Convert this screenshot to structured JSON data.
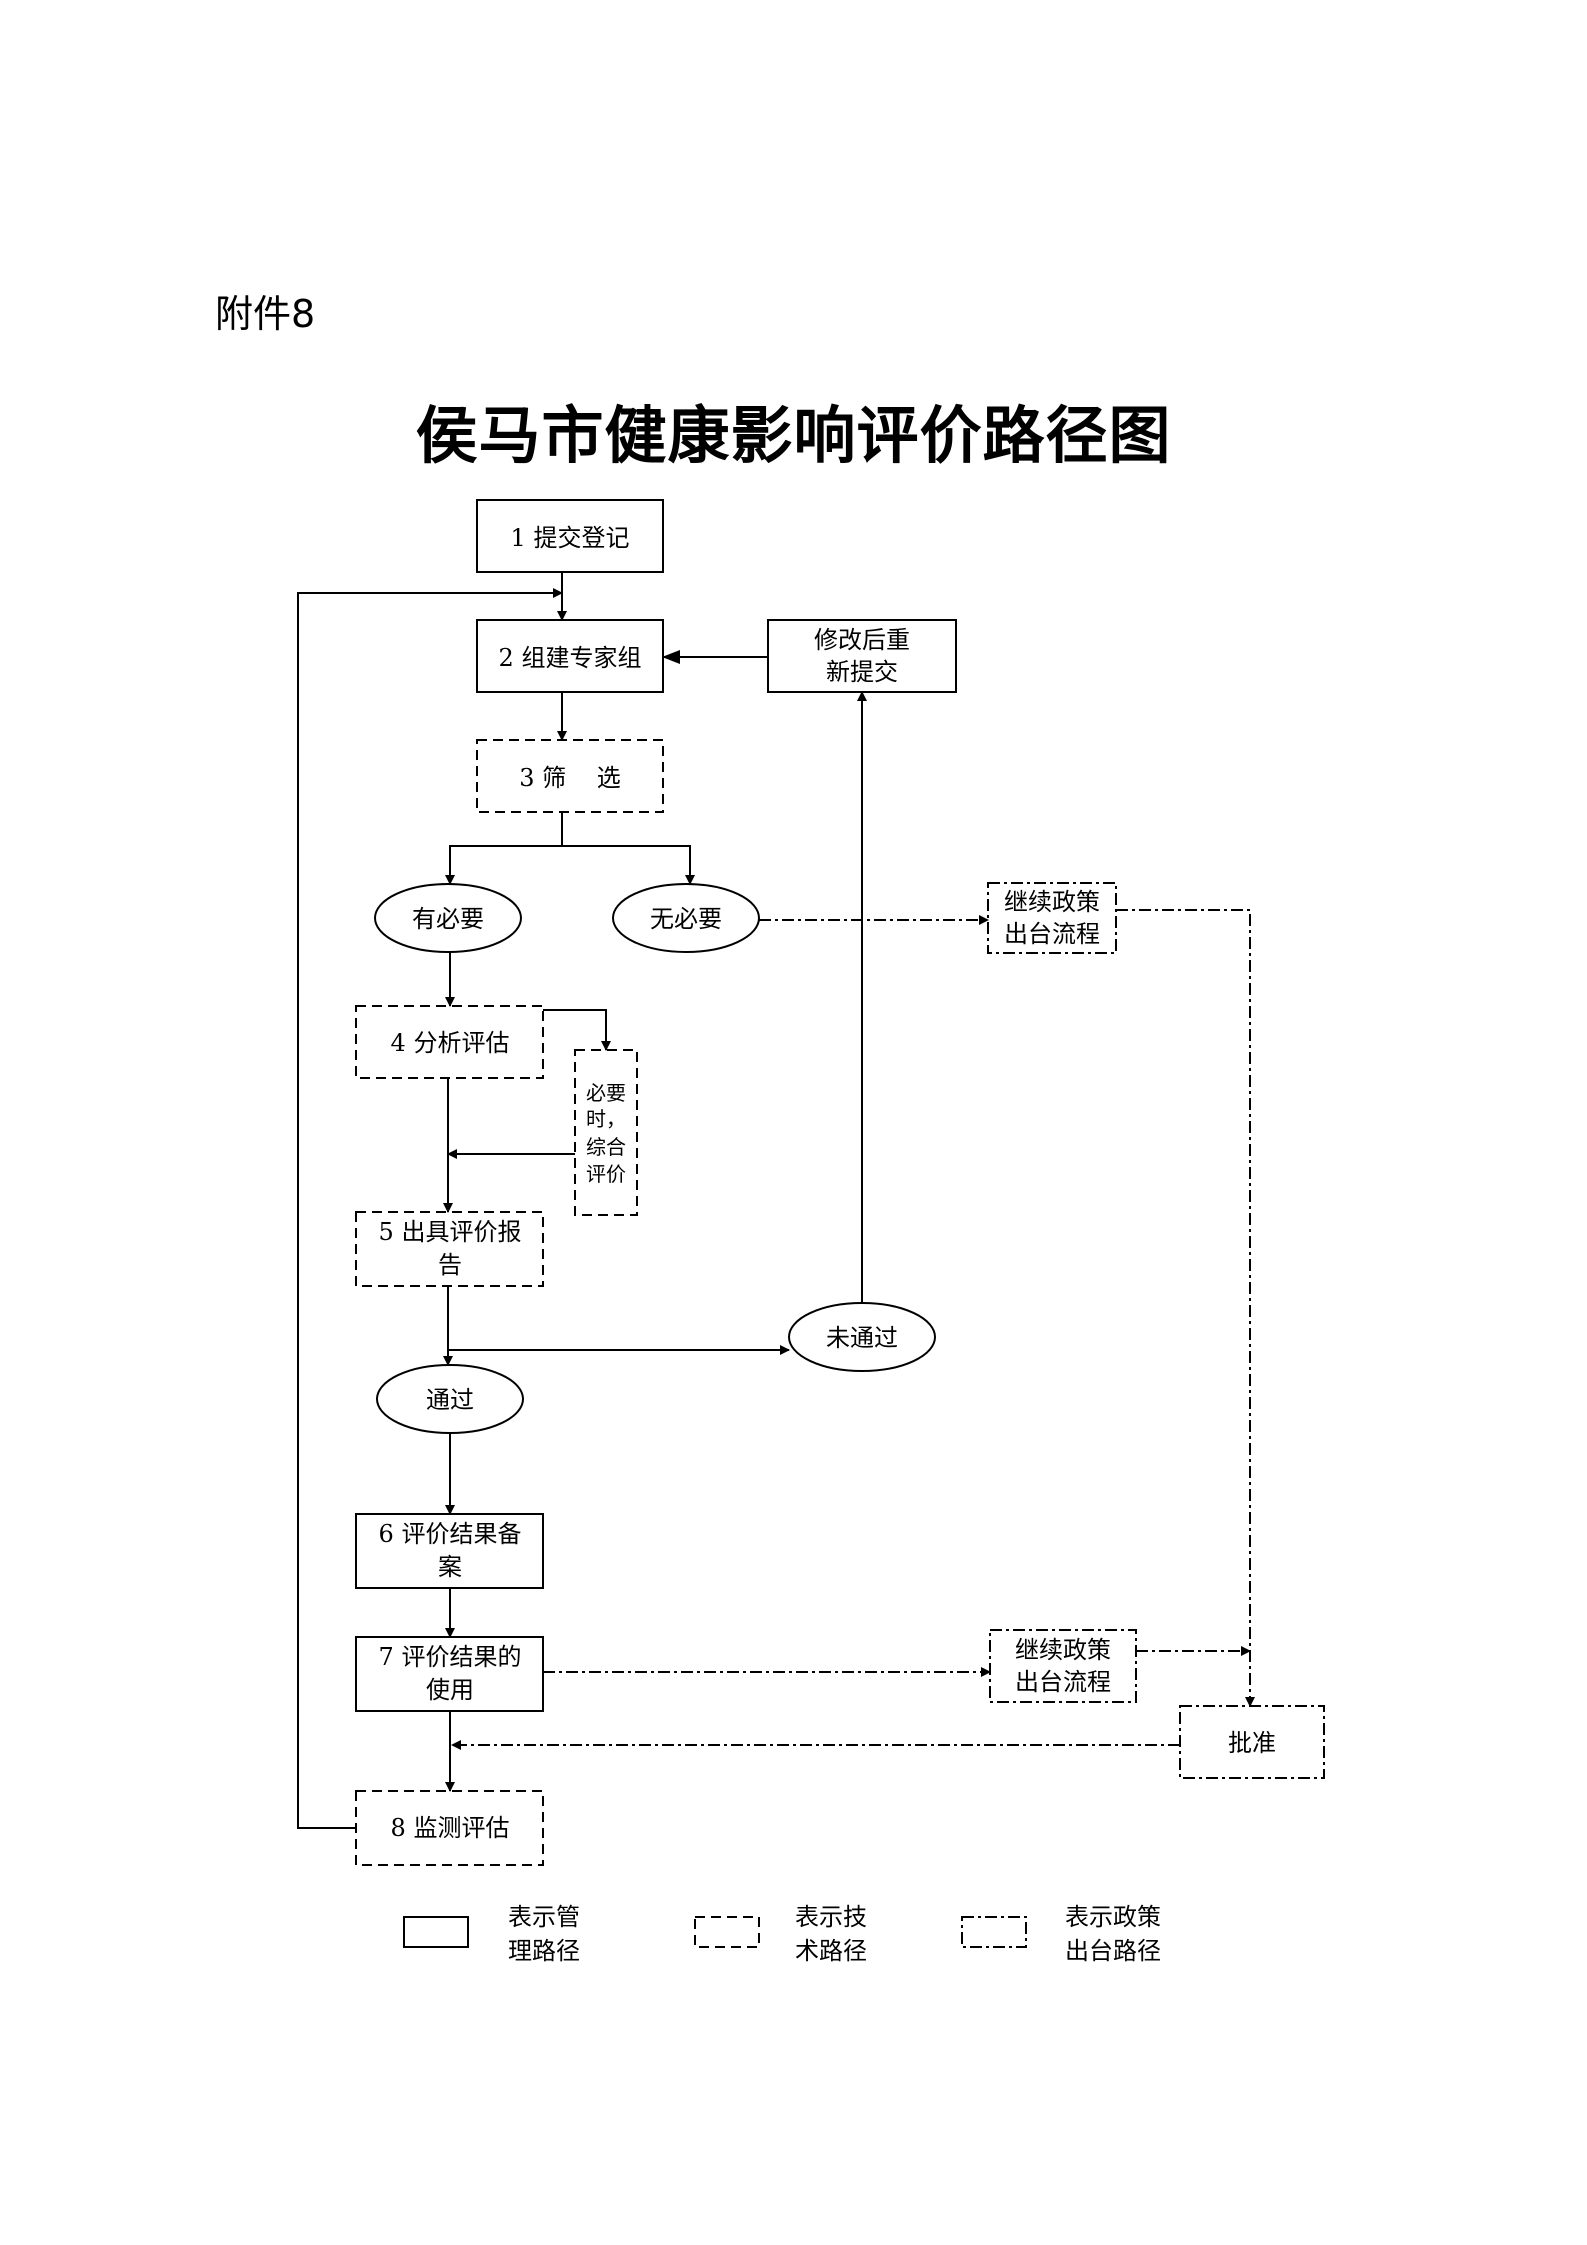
{
  "attachment_label": "附件8",
  "title": "侯马市健康影响评价路径图",
  "nodes": {
    "submit": "1 提交登记",
    "team": "2 组建专家组",
    "revise": [
      "修改后重",
      "新提交"
    ],
    "screen": "3 筛    选",
    "necessary": "有必要",
    "unnecessary": "无必要",
    "policy1": [
      "继续政策",
      "出台流程"
    ],
    "analyze": "4 分析评估",
    "comprehensive": [
      "必要",
      "时，",
      "综合",
      "评价"
    ],
    "report": [
      "5 出具评价报",
      "告"
    ],
    "failed": "未通过",
    "passed": "通过",
    "record": [
      "6 评价结果备",
      "案"
    ],
    "use": [
      "7 评价结果的",
      "使用"
    ],
    "policy2": [
      "继续政策",
      "出台流程"
    ],
    "approve": "批准",
    "monitor": "8 监测评估"
  },
  "legend": {
    "management": [
      "表示管",
      "理路径"
    ],
    "technical": [
      "表示技",
      "术路径"
    ],
    "policy": [
      "表示政策",
      "出台路径"
    ]
  }
}
